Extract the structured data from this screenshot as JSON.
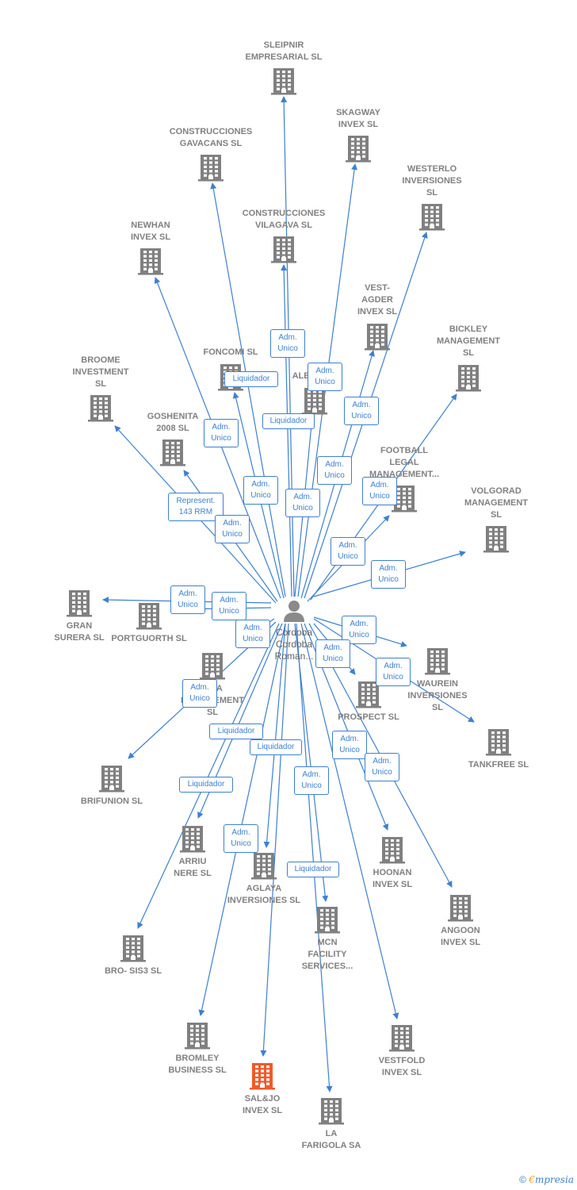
{
  "colors": {
    "edge": "#3d80d0",
    "node": "#808080",
    "highlight": "#f05a2a",
    "person": "#8a8a8a"
  },
  "center": {
    "name": "Cordoba\nCordoba\nRoman...",
    "icon": "person-icon"
  },
  "companies": [
    {
      "id": "sleipnir",
      "label": "SLEIPNIR\nEMPRESARIAL SL"
    },
    {
      "id": "skagway",
      "label": "SKAGWAY\nINVEX  SL"
    },
    {
      "id": "gavacans",
      "label": "CONSTRUCCIONES\nGAVACANS SL"
    },
    {
      "id": "westerlo",
      "label": "WESTERLO\nINVERSIONES\nSL"
    },
    {
      "id": "vilagava",
      "label": "CONSTRUCCIONES\nVILAGAVA SL"
    },
    {
      "id": "newhan",
      "label": "NEWHAN\nINVEX  SL"
    },
    {
      "id": "vestagder",
      "label": "VEST-\nAGDER\nINVEX  SL"
    },
    {
      "id": "bickley",
      "label": "BICKLEY\nMANAGEMENT\nSL"
    },
    {
      "id": "foncomi",
      "label": "FONCOMI SL"
    },
    {
      "id": "alex",
      "label": "ALEX EC..."
    },
    {
      "id": "broome",
      "label": "BROOME\nINVESTMENT\nSL"
    },
    {
      "id": "goshenita",
      "label": "GOSHENITA\n2008 SL"
    },
    {
      "id": "football",
      "label": "FOOTBALL\nLEGAL\nMANAGEMENT..."
    },
    {
      "id": "volgorad",
      "label": "VOLGORAD\nMANAGEMENT\nSL"
    },
    {
      "id": "gransurera",
      "label": "GRAN\nSURERA SL"
    },
    {
      "id": "portguorth",
      "label": "PORTGUORTH SL"
    },
    {
      "id": "waurein",
      "label": "WAUREIN\nINVERSIONES\nSL"
    },
    {
      "id": "moa",
      "label": "MOA\nMANAGEMENT\nSL"
    },
    {
      "id": "prospect",
      "label": "PROSPECT SL"
    },
    {
      "id": "tankfree",
      "label": "TANKFREE SL"
    },
    {
      "id": "brifunion",
      "label": "BRIFUNION SL"
    },
    {
      "id": "arriu",
      "label": "ARRIU\nNERE SL"
    },
    {
      "id": "aglaya",
      "label": "AGLAYA\nINVERSIONES SL"
    },
    {
      "id": "hoonan",
      "label": "HOONAN\nINVEX  SL"
    },
    {
      "id": "angoon",
      "label": "ANGOON\nINVEX  SL"
    },
    {
      "id": "mcn",
      "label": "MCN\nFACILITY\nSERVICES..."
    },
    {
      "id": "brosis3",
      "label": "BRO- SIS3 SL"
    },
    {
      "id": "bromley",
      "label": "BROMLEY\nBUSINESS  SL"
    },
    {
      "id": "vestfold",
      "label": "VESTFOLD\nINVEX  SL"
    },
    {
      "id": "saljo",
      "label": "SAL&JO\nINVEX  SL",
      "highlight": true
    },
    {
      "id": "farigola",
      "label": "LA\nFARIGOLA SA"
    }
  ],
  "relations": [
    {
      "id": "r1",
      "text": "Adm.\nUnico"
    },
    {
      "id": "r2",
      "text": "Liquidador"
    },
    {
      "id": "r3",
      "text": "Adm.\nUnico"
    },
    {
      "id": "r4",
      "text": "Liquidador"
    },
    {
      "id": "r5",
      "text": "Adm.\nUnico"
    },
    {
      "id": "r6",
      "text": "Adm.\nUnico"
    },
    {
      "id": "r7",
      "text": "Represent.\n143 RRM"
    },
    {
      "id": "r8",
      "text": "Adm.\nUnico"
    },
    {
      "id": "r9",
      "text": "Adm.\nUnico"
    },
    {
      "id": "r10",
      "text": "Adm.\nUnico"
    },
    {
      "id": "r11",
      "text": "Adm.\nUnico"
    },
    {
      "id": "r12",
      "text": "Adm.\nUnico"
    },
    {
      "id": "r13",
      "text": "Adm.\nUnico"
    },
    {
      "id": "r14",
      "text": "Adm.\nUnico"
    },
    {
      "id": "r15",
      "text": "Adm.\nUnico"
    },
    {
      "id": "r16",
      "text": "Adm.\nUnico"
    },
    {
      "id": "r17",
      "text": "Adm.\nUnico"
    },
    {
      "id": "r18",
      "text": "Adm.\nUnico"
    },
    {
      "id": "r19",
      "text": "Adm.\nUnico"
    },
    {
      "id": "r20",
      "text": "Adm.\nUnico"
    },
    {
      "id": "r21",
      "text": "Liquidador"
    },
    {
      "id": "r22",
      "text": "Liquidador"
    },
    {
      "id": "r23",
      "text": "Adm.\nUnico"
    },
    {
      "id": "r24",
      "text": "Adm.\nUnico"
    },
    {
      "id": "r25",
      "text": "Liquidador"
    },
    {
      "id": "r26",
      "text": "Adm.\nUnico"
    },
    {
      "id": "r27",
      "text": "Adm.\nUnico"
    },
    {
      "id": "r28",
      "text": "Adm.\nUnico"
    },
    {
      "id": "r29",
      "text": "Liquidador"
    }
  ],
  "footer": {
    "copyright_symbol": "©",
    "brand_first": "€",
    "brand_rest": "mpresia"
  }
}
